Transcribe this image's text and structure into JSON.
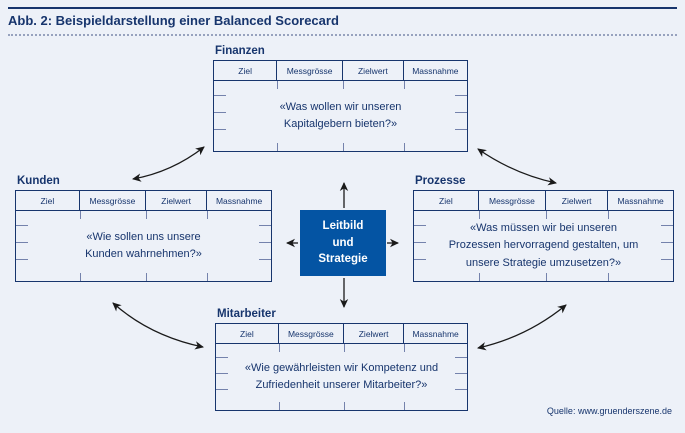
{
  "title": "Abb. 2: Beispieldarstellung einer Balanced Scorecard",
  "source": "Quelle: www.gruenderszene.de",
  "table_columns": [
    "Ziel",
    "Messgrösse",
    "Zielwert",
    "Massnahme"
  ],
  "panels": {
    "finanzen": {
      "label": "Finanzen",
      "question": "«Was wollen wir unseren Kapitalgebern bieten?»"
    },
    "kunden": {
      "label": "Kunden",
      "question": "«Wie sollen uns unsere Kunden wahrnehmen?»"
    },
    "prozesse": {
      "label": "Prozesse",
      "question": "«Was müssen wir bei unseren Prozessen hervorragend gestalten, um unsere Strategie umzusetzen?»"
    },
    "mitarbeiter": {
      "label": "Mitarbeiter",
      "question": "«Wie gewährleisten wir Kompetenz und Zufriedenheit unserer Mitarbeiter?»"
    }
  },
  "center_box": {
    "lines": [
      "Leitbild",
      "und",
      "Strategie"
    ]
  },
  "colors": {
    "background": "#edf1f8",
    "navy": "#17356d",
    "box_blue": "#0454a3",
    "inner_line": "#7482ac",
    "arrow": "#1a1a1a"
  }
}
